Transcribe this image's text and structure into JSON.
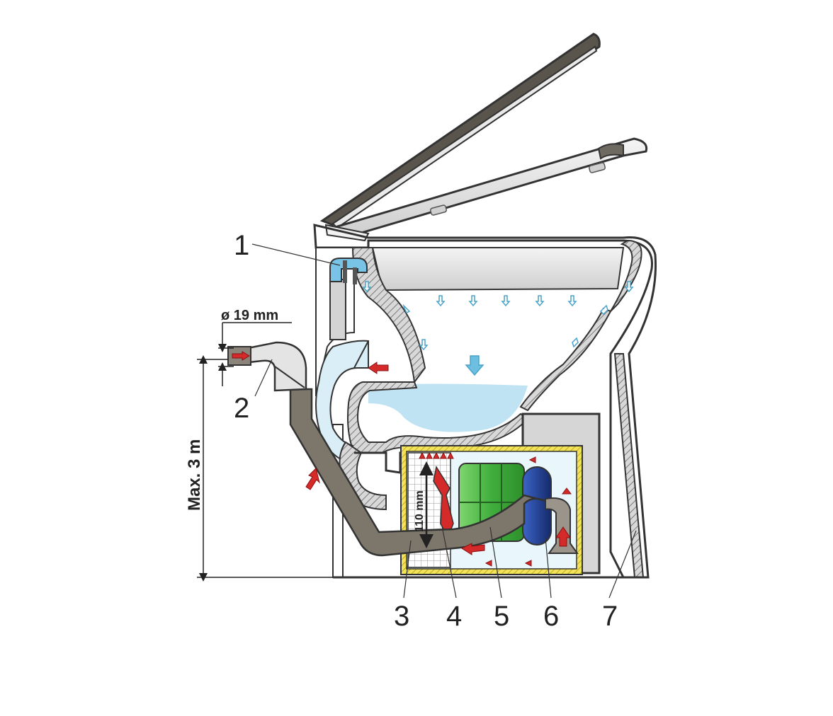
{
  "labels": {
    "dim_pipe": "ø 19 mm",
    "dim_height": "Max. 3 m",
    "dim_chamber": "110 mm"
  },
  "callouts": {
    "c1": "1",
    "c2": "2",
    "c3": "3",
    "c4": "4",
    "c5": "5",
    "c6": "6",
    "c7": "7"
  },
  "colors": {
    "outline": "#333333",
    "ceramic": "#ffffff",
    "wall_hatch": "#888888",
    "seat": "#6e6a62",
    "water": "#bfe3f2",
    "pipe": "#7d776b",
    "arrow_red": "#d42a2a",
    "arrow_blue": "#6cbfe0",
    "motor_green": "#46b548",
    "motor_blue": "#1d3a8a",
    "chamber_yellow": "#e8d33a",
    "inlet_blue": "#79c4e6"
  },
  "icons": {
    "flow_arrow": "arrow-icon"
  }
}
